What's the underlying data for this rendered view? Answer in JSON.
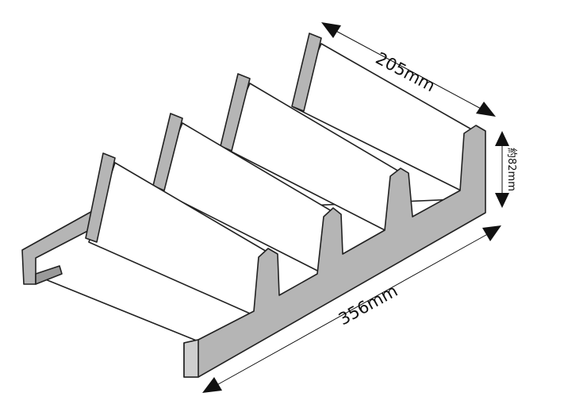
{
  "title": "Tray rack dimension diagram",
  "dimensions": {
    "depth": "205mm",
    "length": "356mm",
    "height": "約82mm"
  },
  "colors": {
    "body": "#b5b5b5",
    "edge": "#222222",
    "panel": "#ffffff"
  }
}
